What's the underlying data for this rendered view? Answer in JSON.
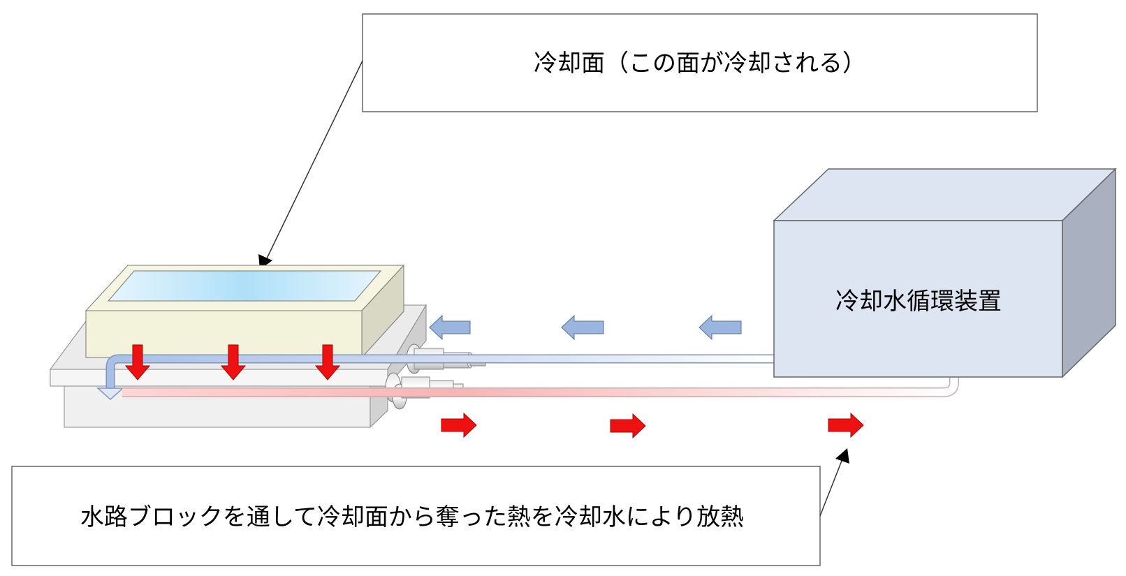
{
  "labels": {
    "cooling_surface": "冷却面（この面が冷却される）",
    "circulator": "冷却水循環装置",
    "heat_flow": "水路ブロックを通して冷却面から奪った熱を冷却水により放熱"
  },
  "colors": {
    "heat_arrow": "#ee1111",
    "return_arrow": "#9ab6de",
    "cooling_surface": "#bfe6fa",
    "block_top": "#f3f3df",
    "base_plate": "#ececec",
    "circulator_front": "#dde4f2",
    "circulator_side": "#a9b0bf"
  },
  "icons": {
    "downward_heat": "arrow-down-icon",
    "return_flow": "arrow-left-icon",
    "outflow": "arrow-right-icon",
    "pointer": "arrowhead-icon"
  }
}
